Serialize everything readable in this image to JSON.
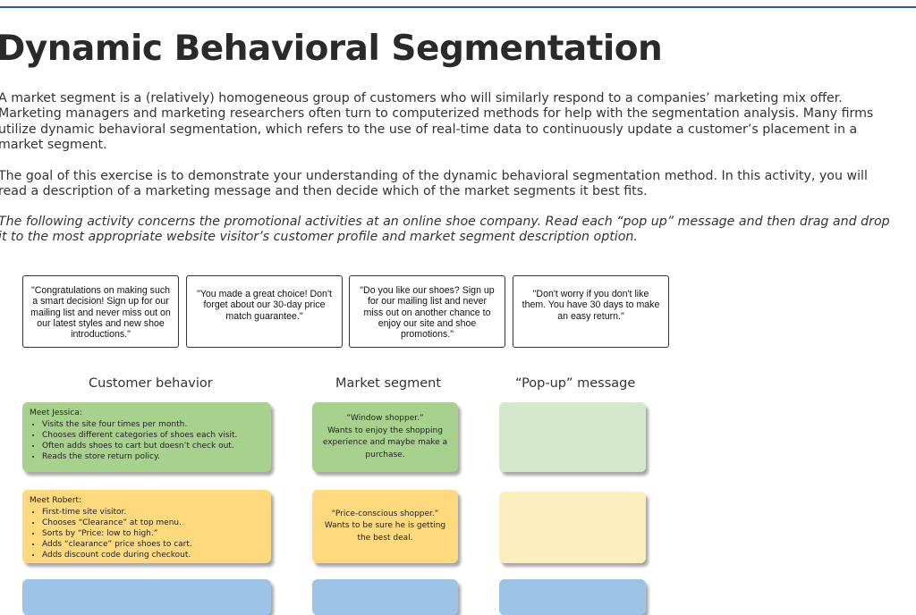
{
  "page": {
    "title": "Dynamic Behavioral Segmentation",
    "paragraphs": [
      "A market segment is a (relatively) homogeneous group of customers who will similarly respond to a companies’ marketing mix offer. Marketing managers and marketing researchers often turn to computerized methods for help with the segmentation analysis. Many firms utilize dynamic behavioral segmentation, which refers to the use of real-time data to continuously update a customer’s placement in a market segment.",
      "The goal of this exercise is to demonstrate your understanding of the dynamic behavioral segmentation method. In this activity, you will read a description of a marketing message and then decide which of the market segments it best fits.",
      "The following activity concerns the promotional activities at an online shoe company. Read each “pop up” message and then drag and drop it to the most appropriate website visitor’s customer profile and market segment description option."
    ]
  },
  "messages": [
    "\"Congratulations on making such a smart decision! Sign up for our mailing list and never miss out on our latest styles and new shoe introductions.\"",
    "\"You made a great choice! Don't forget about our 30-day price match guarantee.\"",
    "\"Do you like our shoes? Sign up for our mailing list and never miss out on another chance to enjoy our site and shoe promotions.\"",
    "\"Don't worry if you don't like them. You have 30 days to make an easy return.\""
  ],
  "columns": {
    "behavior": "Customer behavior",
    "segment": "Market segment",
    "popup": "“Pop-up” message"
  },
  "customers": [
    {
      "name": "Meet Jessica:",
      "behaviors": [
        "Visits the site four times per month.",
        "Chooses different categories of shoes each visit.",
        "Often adds shoes to cart but doesn’t check out.",
        "Reads the store return policy."
      ]
    },
    {
      "name": "Meet Robert:",
      "behaviors": [
        "First-time site visitor.",
        "Chooses “Clearance” at top menu.",
        "Sorts by “Price: low to high.”",
        "Adds “clearance” price shoes to cart.",
        "Adds discount code during checkout."
      ]
    }
  ],
  "segments": [
    {
      "name": "“Window shopper.”",
      "description": "Wants to enjoy the shopping experience and maybe make a purchase."
    },
    {
      "name": "“Price-conscious shopper.”",
      "description": "Wants to be sure he is getting the best deal."
    }
  ],
  "colors": {
    "green": "#a9d18e",
    "yellow": "#ffd97e",
    "blue": "#9dc3e6",
    "drop_green": "#d5e8cc",
    "drop_yellow": "#fdeec0",
    "rule": "#2b5f9e"
  }
}
